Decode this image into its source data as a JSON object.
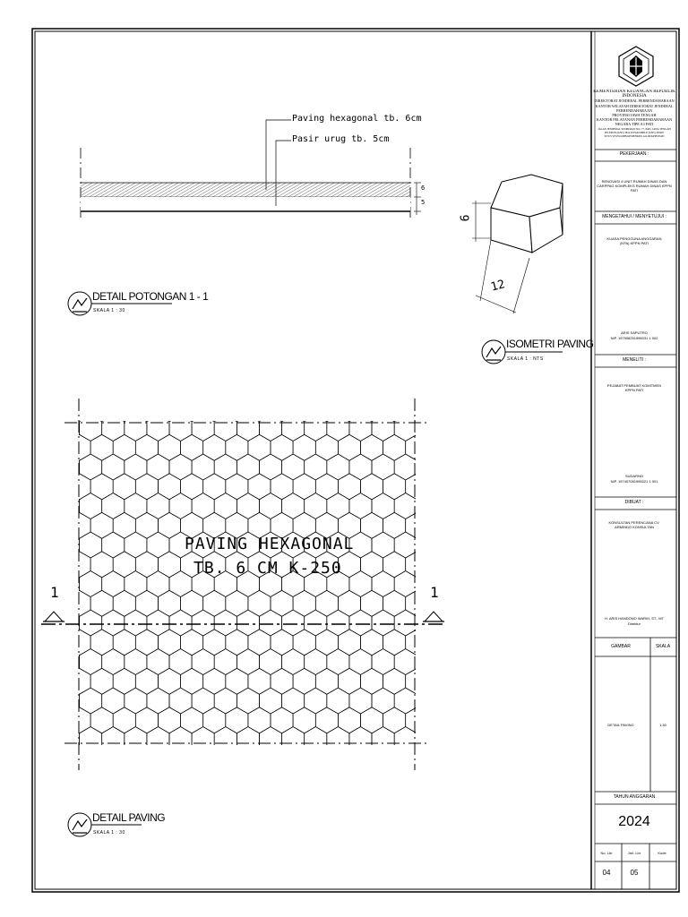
{
  "drawing": {
    "detail_potongan": {
      "title": "DETAIL POTONGAN 1 - 1",
      "scale": "SKALA  1 : 30"
    },
    "isometri": {
      "title": "ISOMETRI PAVING",
      "scale": "SKALA  1 : NTS"
    },
    "detail_paving": {
      "title": "DETAIL PAVING",
      "scale": "SKALA  1 : 30"
    },
    "annotations": {
      "paving_layer": "Paving hexagonal tb. 6cm",
      "sand_layer": "Pasir urug tb. 5cm",
      "dim_6": "6",
      "dim_5": "5",
      "iso_height": "6",
      "iso_width": "12",
      "hex_label_line1": "PAVING HEXAGONAL",
      "hex_label_line2": "TB. 6 CM K-250",
      "section_left": "1",
      "section_right": "1"
    }
  },
  "title_block": {
    "org_lines": [
      "KEMENTERIAN KEUANGAN REPUBLIK INDONESIA",
      "DIREKTORAT JENDERAL PERBENDAHARAAN",
      "KANTOR WILAYAH DIREKTORAT JENDERAL PERBENDAHARAAN",
      "PROVINSI JAWA TENGAH",
      "KANTOR PELAYANAN PERBENDAHARAAN NEGARA TIPE A3 PATI",
      "JALAN JENDERAL SUDIRMAN NO. 77, PATI, JAWA TENGAH",
      "TELEPON (0295) 381216 FAKSIMILE (0295) 383207",
      "SITUS WWW.DJPB.KEMENKEU.GO.ID/KPPN/PATI"
    ],
    "pekerjaan_label": "PEKERJAAN :",
    "pekerjaan_text": "RENOVASI 4 UNIT RUMAH DINAS DAN CARPPAG KOMPLEKS RUMAH DINAS KPPN PATI",
    "mengetahui_label": "MENGETAHUI / MENYETUJUI :",
    "mengetahui_role": "KUASA PENGGUNA ANGGARAN (KPA) KPPN PATI",
    "mengetahui_name": "ARIS SAPUTRO",
    "mengetahui_nip": "NIP. 197508251996031 1 002",
    "meneliti_label": "MENELITI :",
    "meneliti_role": "PEJABAT PEMBUAT KOMITMEN KPPN PATI",
    "meneliti_name": "SUDARNO",
    "meneliti_nip": "NIP. 197407081995021 1 001",
    "dibuat_label": "DIBUAT :",
    "dibuat_text": "KONSULTAN PERENCANA CV. ARMINDO KONSULTAN",
    "dibuat_name": "H. ARIS HANDONO WARIH, ST., MT",
    "dibuat_role": "Direktur",
    "gambar_label": "GAMBAR",
    "skala_label": "SKALA",
    "gambar_value": "DETAIL PAVING",
    "skala_value": "1:30",
    "tahun_label": "TAHUN ANGGARAN",
    "tahun_value": "2024",
    "no_lbr_label": "No. Lbr",
    "jml_lbr_label": "Jml. Lbr",
    "kode_label": "Kode",
    "no_lbr_value": "04",
    "jml_lbr_value": "05",
    "kode_value": ""
  }
}
